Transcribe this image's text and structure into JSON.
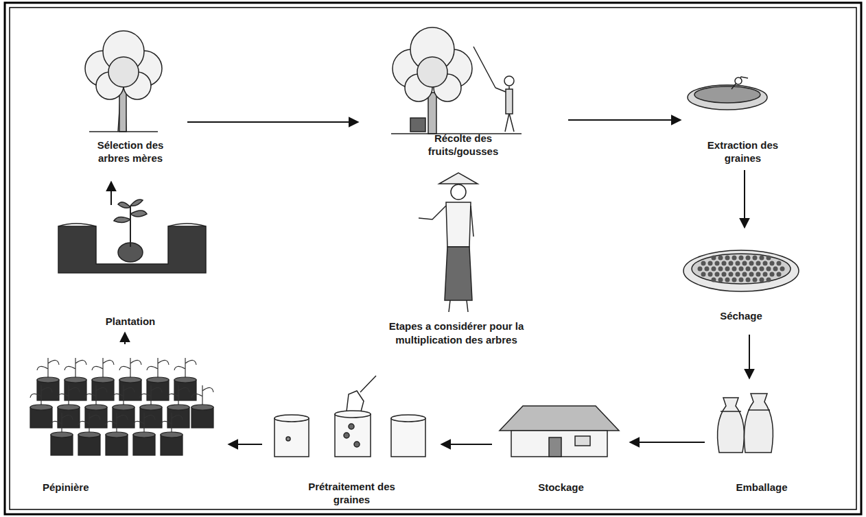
{
  "diagram": {
    "title": "Etapes a considérer pour la multiplication des arbres",
    "nodes": [
      {
        "text": [
          "Sélection des arbres mères"
        ]
      },
      {
        "text": [
          "Récolte des fruits/gousses"
        ]
      },
      {
        "text": [
          "Extraction des graines"
        ]
      },
      {
        "text": [
          "Séchage"
        ]
      },
      {
        "text": [
          "Emballage"
        ]
      },
      {
        "text": [
          "Stockage"
        ]
      },
      {
        "text": [
          "Prétraitement des graines"
        ]
      },
      {
        "text": [
          "Pépinière"
        ]
      },
      {
        "text": [
          "Plantation"
        ]
      }
    ],
    "edges": [
      {
        "from": 0,
        "to": 1,
        "arrow": "to"
      },
      {
        "from": 1,
        "to": 2,
        "arrow": "to"
      },
      {
        "from": 2,
        "to": 3,
        "arrow": "to"
      },
      {
        "from": 3,
        "to": 4,
        "arrow": "to"
      },
      {
        "from": 4,
        "to": 5,
        "arrow": "to"
      },
      {
        "from": 5,
        "to": 6,
        "arrow": "to"
      },
      {
        "from": 6,
        "to": 7,
        "arrow": "to"
      },
      {
        "from": 7,
        "to": 8,
        "arrow": "to"
      },
      {
        "from": 8,
        "to": 0,
        "arrow": "to"
      }
    ]
  }
}
